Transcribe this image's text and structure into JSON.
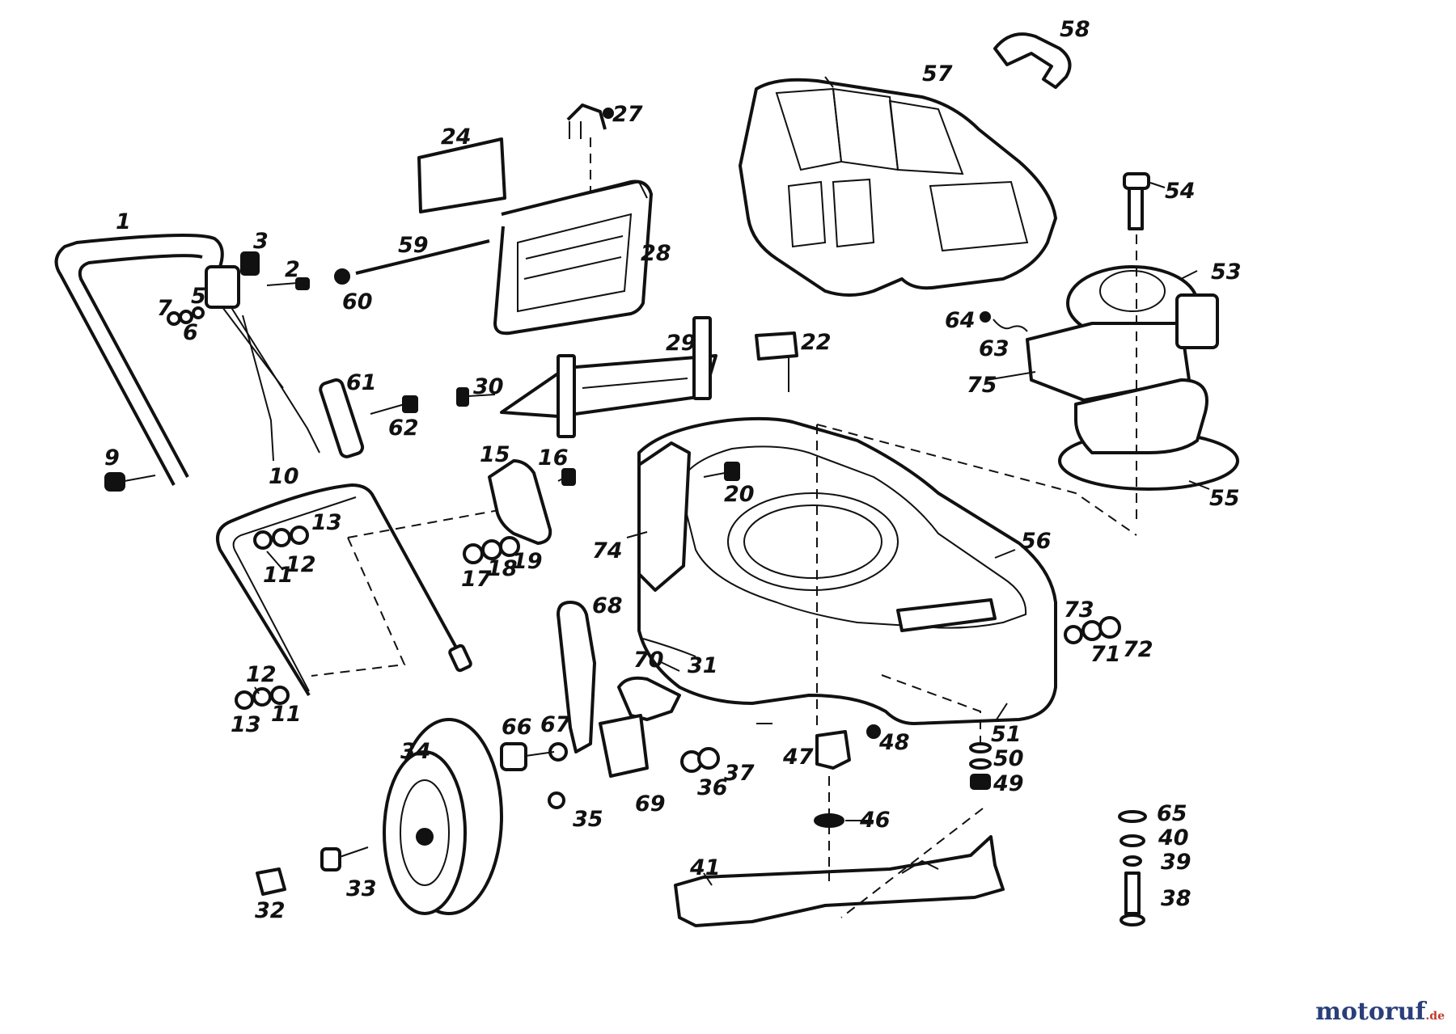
{
  "diagram": {
    "part_numbers": [
      "1",
      "2",
      "3",
      "5",
      "6",
      "7",
      "9",
      "10",
      "11",
      "12",
      "13",
      "15",
      "16",
      "17",
      "18",
      "19",
      "20",
      "22",
      "24",
      "27",
      "28",
      "29",
      "30",
      "31",
      "32",
      "33",
      "34",
      "35",
      "36",
      "37",
      "38",
      "39",
      "40",
      "41",
      "46",
      "47",
      "48",
      "49",
      "50",
      "51",
      "53",
      "54",
      "55",
      "56",
      "57",
      "58",
      "59",
      "60",
      "61",
      "62",
      "63",
      "64",
      "65",
      "66",
      "67",
      "68",
      "69",
      "70",
      "71",
      "72",
      "73",
      "74",
      "75"
    ]
  },
  "watermark": {
    "main": "motoruf",
    "tld": ".de"
  }
}
